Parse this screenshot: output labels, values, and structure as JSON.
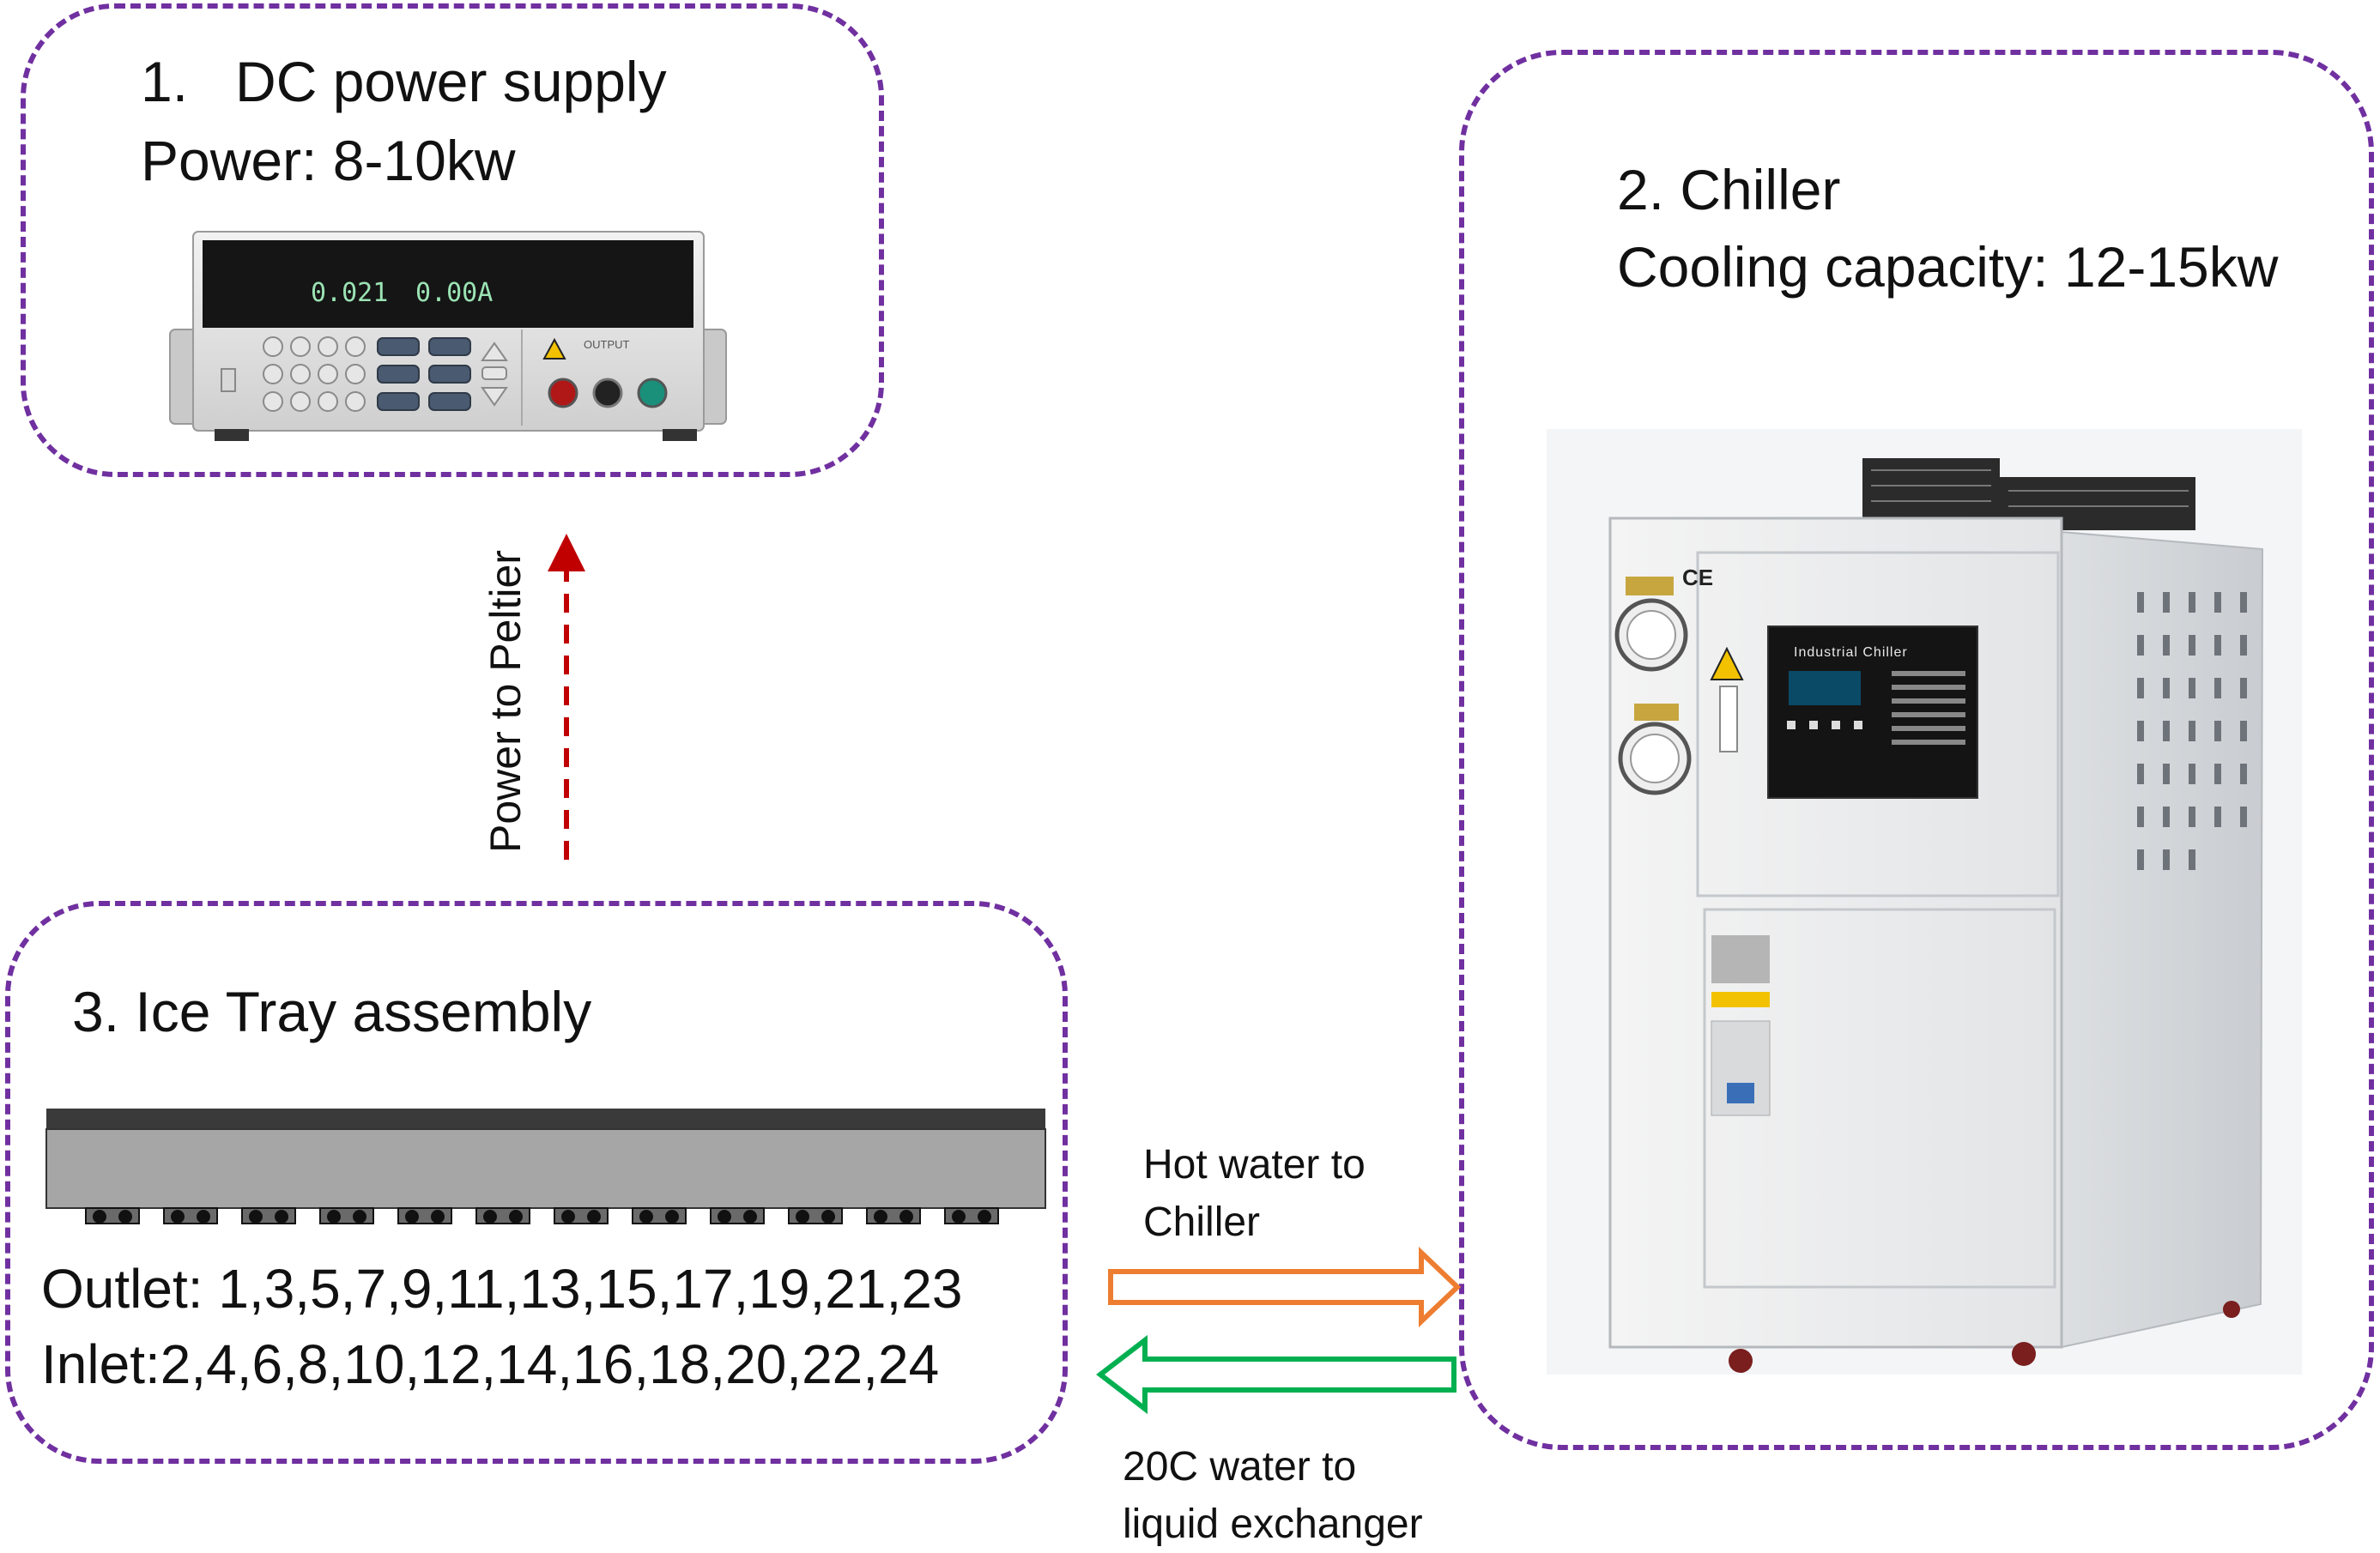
{
  "power_supply": {
    "title": "1.   DC power supply",
    "spec": "Power: 8-10kw",
    "display_voltage": "0.021",
    "display_current": "0.00A",
    "output_label": "OUTPUT"
  },
  "chiller": {
    "title": "2. Chiller",
    "spec": "Cooling capacity: 12-15kw",
    "panel_label": "Industrial Chiller",
    "mark": "CE"
  },
  "ice_tray": {
    "title": "3. Ice Tray assembly",
    "outlet": "Outlet: 1,3,5,7,9,11,13,15,17,19,21,23",
    "inlet": "Inlet:2,4,6,8,10,12,14,16,18,20,22,24"
  },
  "flows": {
    "power": "Power to Peltier",
    "hot_water": "Hot water to\nChiller",
    "cold_water": "20C water to\nliquid exchanger"
  },
  "colors": {
    "box_border": "#7030a0",
    "power_arrow": "#c00000",
    "hot_arrow": "#ed7d31",
    "cold_arrow": "#00b050"
  }
}
